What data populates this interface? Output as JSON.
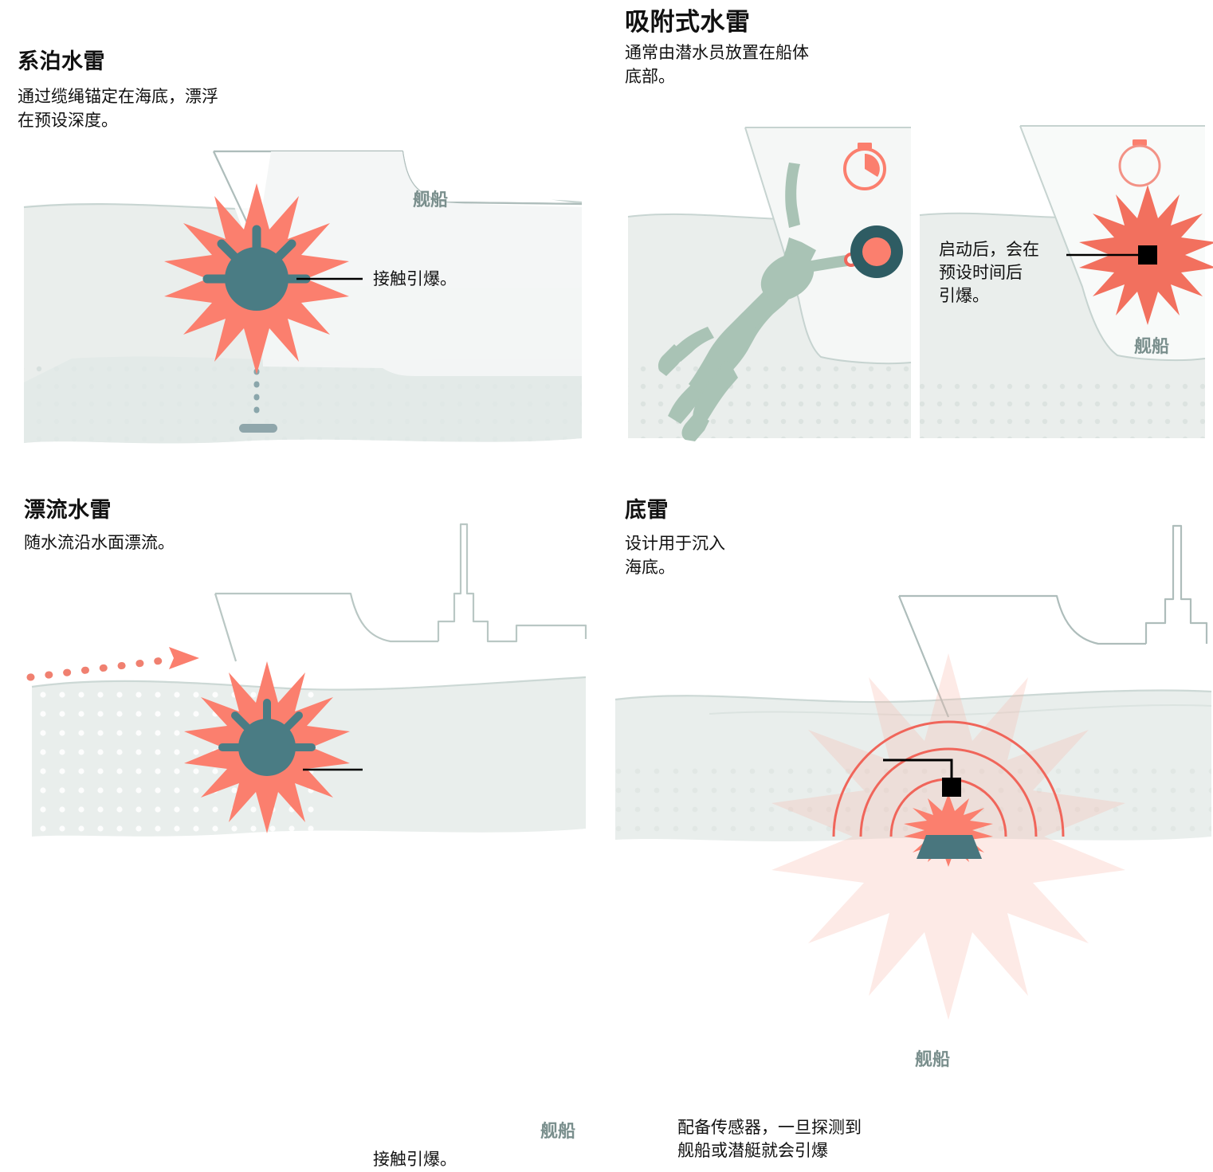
{
  "panels": [
    {
      "id": "moored-mine",
      "title": "系泊水雷",
      "desc": "通过缆绳锚定在海底，漂浮\n 在预设深度。",
      "ship_label": "舰船",
      "callout": "接触引爆。"
    },
    {
      "id": "limpet-mine",
      "title": "吸附式水雷",
      "desc": "通常由潜水员放置在船体\n底部。",
      "ship_label": "舰船",
      "callout": "启动后，会在\n预设时间后\n引爆。"
    },
    {
      "id": "drifting-mine",
      "title": "漂流水雷",
      "desc": "随水流沿水面漂流。",
      "ship_label": "舰船",
      "callout": "接触引爆。"
    },
    {
      "id": "ground-mine",
      "title": "底雷",
      "desc": "设计用于沉入\n海底。",
      "ship_label": "舰船",
      "callout": "配备传感器，一旦探测到\n舰船或潜艇就会引爆"
    }
  ],
  "icons": {
    "stopwatch_running": "stopwatch-running-icon",
    "stopwatch_empty": "stopwatch-empty-icon",
    "mine_horned": "horned-mine-icon",
    "limpet": "limpet-mine-icon",
    "diver": "diver-icon",
    "anchor": "anchor-block-icon",
    "explosion": "explosion-burst-icon",
    "sensor_waves": "sensor-waves-icon",
    "drift_arrow": "drift-arrow-icon"
  },
  "colors": {
    "coral": "#fb7f6e",
    "coral_light": "#f8a99c",
    "coral_line": "#f0655a",
    "teal": "#4a7c84",
    "teal_dark": "#2e5c63",
    "water": "#eaeeec",
    "water_deep": "#e4eae8",
    "seabed_dot": "#d6dedb",
    "ship_stroke": "#aebdbb",
    "ship_label": "#7a8f8d",
    "diver": "#a9c3b5",
    "text": "#111111",
    "leader": "#000000"
  }
}
